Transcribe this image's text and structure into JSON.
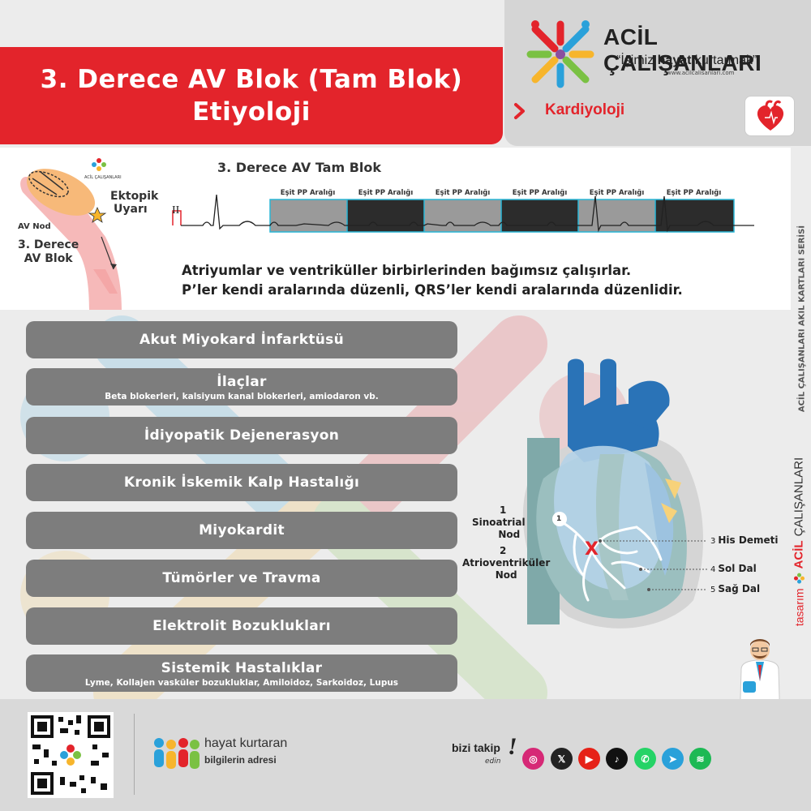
{
  "header": {
    "title_line1": "3. Derece AV Blok (Tam Blok)",
    "title_line2": "Etiyoloji",
    "brand_name": "ACİL ÇALIŞANLARI",
    "slogan_pre": "“İşimiz ",
    "slogan_bold": "hayat",
    "slogan_post": " kurtarmak”",
    "url": "www.acilcalisanlari.com",
    "category": "Kardiyoloji",
    "colors": {
      "accent": "#e3242b"
    }
  },
  "ecg": {
    "diagram": {
      "ektopik_line1": "Ektopik",
      "ektopik_line2": "Uyarı",
      "av_nod": "AV Nod",
      "derece_line1": "3. Derece",
      "derece_line2": "AV  Blok"
    },
    "title": "3. Derece AV Tam Blok",
    "lead": "II",
    "pp_labels": [
      "Eşit PP Aralığı",
      "Eşit PP Aralığı",
      "Eşit PP Aralığı",
      "Eşit PP Aralığı",
      "Eşit PP Aralığı",
      "Eşit PP Aralığı"
    ],
    "desc_line1": "Atriyumlar ve ventriküller birbirlerinden bağımsız çalışırlar.",
    "desc_line2": "P’ler kendi aralarında düzenli, QRS’ler kendi aralarında düzenlidir."
  },
  "side": {
    "series": "ACİL ÇALIŞANLARI AKIL KARTLARI SERİSİ",
    "tasarim": "tasarım",
    "acil": "ACİL",
    "calisanlari": "ÇALIŞANLARI"
  },
  "causes": [
    {
      "name": "Akut Miyokard İnfarktüsü",
      "sub": ""
    },
    {
      "name": "İlaçlar",
      "sub": "Beta blokerleri, kalsiyum kanal blokerleri, amiodaron vb."
    },
    {
      "name": "İdiyopatik Dejenerasyon",
      "sub": ""
    },
    {
      "name": "Kronik İskemik Kalp Hastalığı",
      "sub": ""
    },
    {
      "name": "Miyokardit",
      "sub": ""
    },
    {
      "name": "Tümörler ve Travma",
      "sub": ""
    },
    {
      "name": "Elektrolit Bozuklukları",
      "sub": ""
    },
    {
      "name": "Sistemik Hastalıklar",
      "sub": "Lyme, Kollajen vasküler bozukluklar, Amiloidoz, Sarkoidoz, Lupus"
    }
  ],
  "heart": {
    "marker": "1",
    "sa_num": "1",
    "sa_line1": "Sinoatrial",
    "sa_line2": "Nod",
    "av_num": "2",
    "av_line1": "Atrioventriküler",
    "av_line2": "Nod",
    "x_mark": "X",
    "his_num": "3",
    "his": "His Demeti",
    "sol_num": "4",
    "sol": "Sol Dal",
    "sag_num": "5",
    "sag": "Sağ Dal"
  },
  "footer": {
    "hk_title": "hayat kurtaran",
    "hk_sub": "bilgilerin adresi",
    "bizi": "bizi takip",
    "edin": "edin",
    "excl": "!",
    "social": [
      {
        "icon": "instagram-icon",
        "glyph": "◎",
        "color": "#d62976"
      },
      {
        "icon": "x-icon",
        "glyph": "𝕏",
        "color": "#222222"
      },
      {
        "icon": "youtube-icon",
        "glyph": "▶",
        "color": "#e62117"
      },
      {
        "icon": "tiktok-icon",
        "glyph": "♪",
        "color": "#111111"
      },
      {
        "icon": "whatsapp-icon",
        "glyph": "✆",
        "color": "#25d366"
      },
      {
        "icon": "telegram-icon",
        "glyph": "➤",
        "color": "#2aa1da"
      },
      {
        "icon": "spotify-icon",
        "glyph": "≋",
        "color": "#1db954"
      }
    ]
  }
}
